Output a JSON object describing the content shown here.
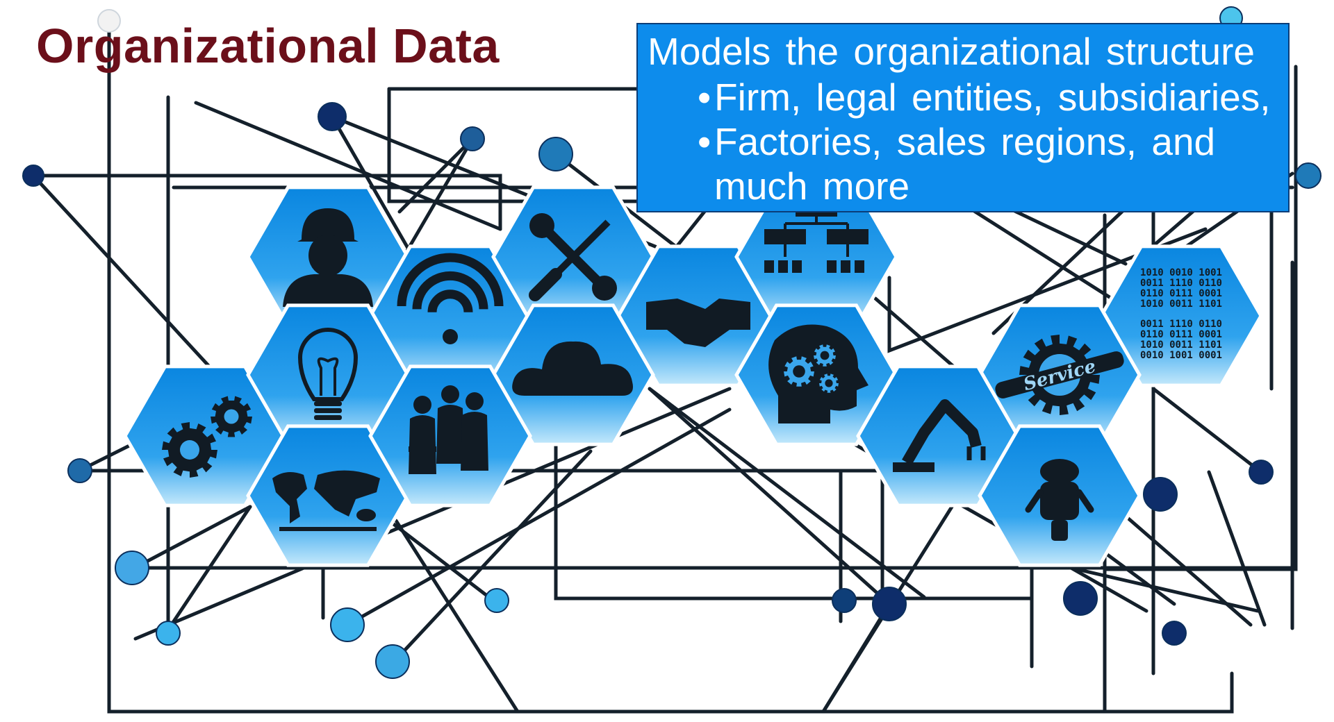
{
  "slide": {
    "title": "Organizational Data",
    "callout": {
      "heading": "Models the organizational structure",
      "bullets": [
        "Firm, legal entities, subsidiaries,",
        "Factories, sales regions, and much more"
      ],
      "bullet_glyph": "•"
    }
  },
  "illustration": {
    "hexagons": [
      {
        "name": "worker",
        "icon": "worker-helmet-icon"
      },
      {
        "name": "wifi",
        "icon": "wifi-icon"
      },
      {
        "name": "tools",
        "icon": "wrench-screwdriver-icon"
      },
      {
        "name": "handshake",
        "icon": "handshake-icon"
      },
      {
        "name": "org-chart",
        "icon": "org-chart-icon"
      },
      {
        "name": "binary",
        "icon": "binary-data-icon",
        "lines": [
          "1010 0010 1001",
          "0011 1110 0110",
          "0110 0111 0001",
          "1010 0011 1101",
          "0011 1110 0110",
          "0110 0111 0001",
          "1010 0011 1101",
          "0010 1001 0001"
        ]
      },
      {
        "name": "gears",
        "icon": "gears-icon"
      },
      {
        "name": "lightbulb",
        "icon": "lightbulb-icon"
      },
      {
        "name": "cloud",
        "icon": "cloud-icon"
      },
      {
        "name": "brain",
        "icon": "brain-gears-icon"
      },
      {
        "name": "service",
        "icon": "service-gear-icon",
        "label": "Service"
      },
      {
        "name": "world-map",
        "icon": "world-map-icon"
      },
      {
        "name": "team",
        "icon": "team-people-icon"
      },
      {
        "name": "robot-arm",
        "icon": "robot-arm-icon"
      },
      {
        "name": "robot",
        "icon": "robot-icon"
      }
    ]
  },
  "colors": {
    "title": "#6b0f1a",
    "callout_bg": "#0d8cec",
    "callout_border": "#0b3d78",
    "hex_top": "#0a86e0",
    "hex_bottom": "#bfe6fb",
    "icon": "#111b24",
    "line": "#14202b"
  }
}
